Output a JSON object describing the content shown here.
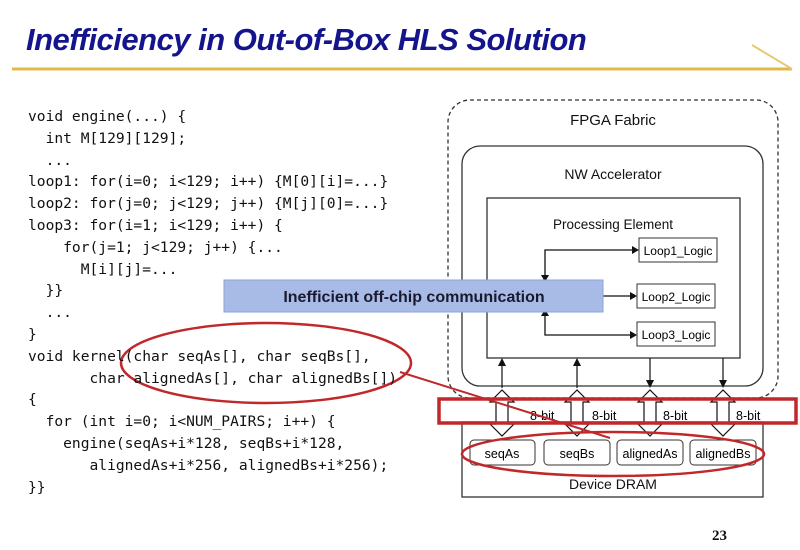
{
  "title": "Inefficiency in Out-of-Box HLS Solution",
  "code_lines": [
    "void engine(...) {",
    "  int M[129][129];",
    "  ...",
    "loop1: for(i=0; i<129; i++) {M[0][i]=...}",
    "loop2: for(j=0; j<129; j++) {M[j][0]=...}",
    "loop3: for(i=1; i<129; i++) {",
    "    for(j=1; j<129; j++) {...",
    "      M[i][j]=...",
    "  }}",
    "  ...",
    "}",
    "void kernel(char seqAs[], char seqBs[],",
    "       char alignedAs[], char alignedBs[])",
    "{",
    "  for (int i=0; i<NUM_PAIRS; i++) {",
    "    engine(seqAs+i*128, seqBs+i*128,",
    "       alignedAs+i*256, alignedBs+i*256);",
    "}}"
  ],
  "diagram": {
    "fpga": "FPGA Fabric",
    "accelerator": "NW Accelerator",
    "pe": "Processing Element",
    "loops": [
      "Loop1_Logic",
      "Loop2_Logic",
      "Loop3_Logic"
    ],
    "banner": "Inefficient off-chip communication",
    "bus_labels": [
      "8-bit",
      "8-bit",
      "8-bit",
      "8-bit"
    ],
    "buffers": [
      "seqAs",
      "seqBs",
      "alignedAs",
      "alignedBs"
    ],
    "dram": "Device DRAM"
  },
  "page_number": "23",
  "colors": {
    "title": "#14148c",
    "highlight": "#c0282a",
    "banner": "#a8bbe6",
    "rule": "#e2b84a"
  }
}
